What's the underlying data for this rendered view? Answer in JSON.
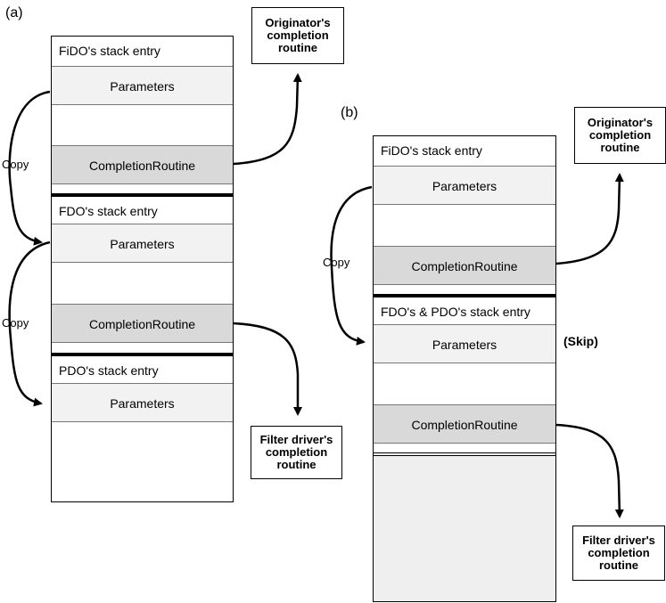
{
  "panel_a": {
    "label": "(a)",
    "fido_header": "FiDO's stack entry",
    "fido_parameters": "Parameters",
    "fido_completion": "CompletionRoutine",
    "fdo_header": "FDO's stack entry",
    "fdo_parameters": "Parameters",
    "fdo_completion": "CompletionRoutine",
    "pdo_header": "PDO's stack entry",
    "pdo_parameters": "Parameters",
    "copy1": "Copy",
    "copy2": "Copy",
    "originator_box": [
      "Originator's",
      "completion",
      "routine"
    ],
    "filter_box": [
      "Filter driver's",
      "completion",
      "routine"
    ]
  },
  "panel_b": {
    "label": "(b)",
    "fido_header": "FiDO's stack entry",
    "fido_parameters": "Parameters",
    "fido_completion": "CompletionRoutine",
    "fdo_pdo_header": "FDO's & PDO's stack entry",
    "fdo_parameters": "Parameters",
    "skip": "(Skip)",
    "fdo_completion": "CompletionRoutine",
    "copy1": "Copy",
    "originator_box": [
      "Originator's",
      "completion",
      "routine"
    ],
    "filter_box": [
      "Filter driver's",
      "completion",
      "routine"
    ]
  }
}
